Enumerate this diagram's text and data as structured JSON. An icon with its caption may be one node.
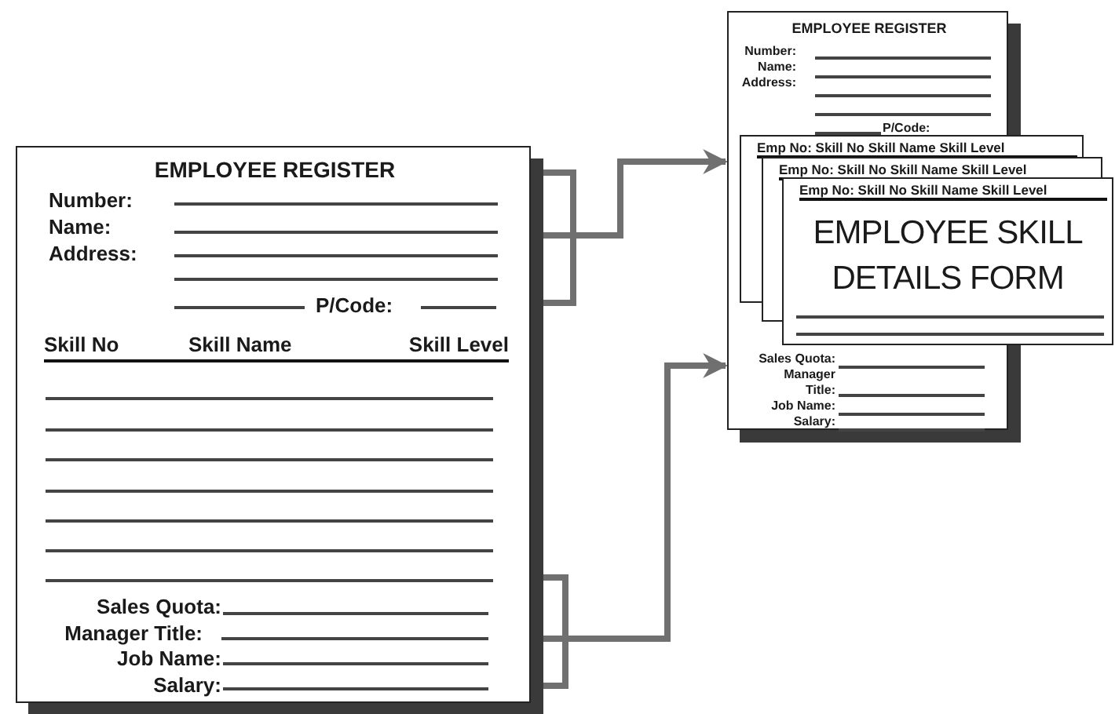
{
  "diagram": {
    "nodes": [
      {
        "text": [
          "EMPLOYEE REGISTER",
          "Number:",
          "Name:",
          "Address:",
          "P/Code:",
          "Skill No",
          "Skill Name",
          "Skill Level",
          "Sales Quota:",
          "Manager Title:",
          "Job Name:",
          "Salary:"
        ]
      },
      {
        "text": [
          "EMPLOYEE REGISTER",
          "Number:",
          "Name:",
          "Address:",
          "P/Code:",
          "Sales Quota:",
          "Manager Title:",
          "Job Name:",
          "Salary:"
        ]
      },
      {
        "text": [
          "Emp No: Skill No Skill Name Skill Level"
        ]
      },
      {
        "text": [
          "Emp No: Skill No Skill Name Skill Level"
        ]
      },
      {
        "text": [
          "Emp No: Skill No Skill Name Skill Level",
          "EMPLOYEE SKILL DETAILS FORM"
        ]
      }
    ],
    "edges": [
      {
        "from": 0,
        "to": 1,
        "arrow": "to"
      },
      {
        "from": 0,
        "to": 1,
        "arrow": "to"
      }
    ]
  }
}
